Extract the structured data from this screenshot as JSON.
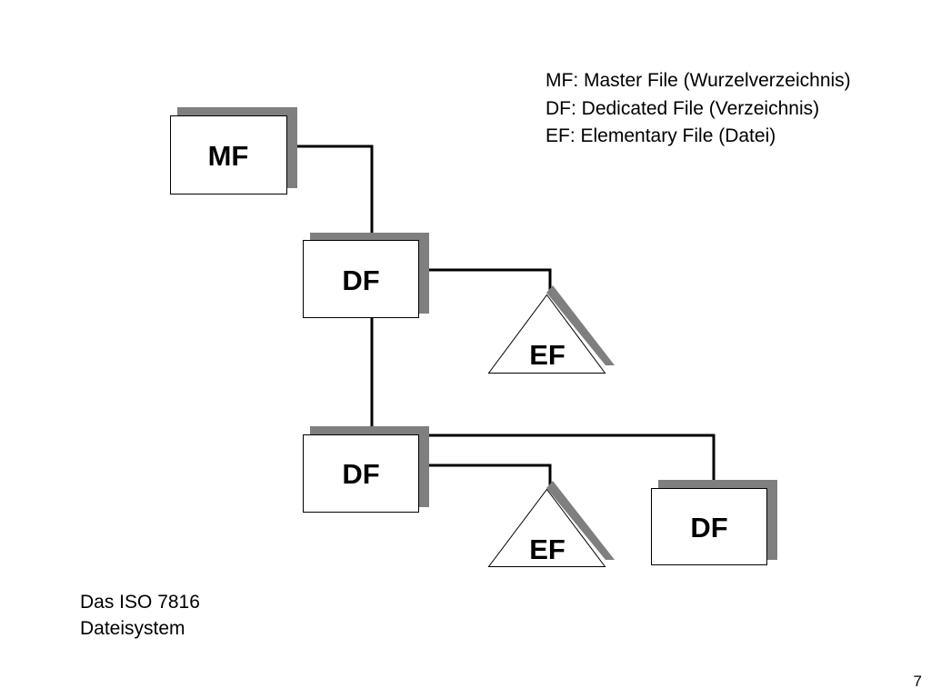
{
  "legend": [
    "MF: Master File (Wurzelverzeichnis)",
    "DF: Dedicated File (Verzeichnis)",
    "EF: Elementary File (Datei)"
  ],
  "nodes": {
    "mf": "MF",
    "df_1": "DF",
    "ef_1": "EF",
    "df_2": "DF",
    "ef_2": "EF",
    "df_3": "DF"
  },
  "caption": {
    "line1": "Das ISO 7816",
    "line2": "Dateisystem"
  },
  "page_number": "7"
}
